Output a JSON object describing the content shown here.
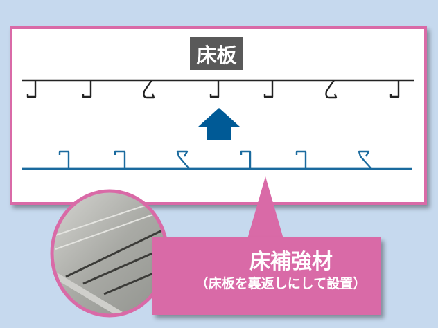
{
  "diagram": {
    "top_label": "床板",
    "callout_title": "床補強材",
    "callout_subtitle": "（床板を裏返しにして設置）",
    "colors": {
      "background": "#c6d9ee",
      "accent_pink": "#d96aa7",
      "arrow_blue": "#005a96",
      "label_grey": "#595959"
    }
  }
}
